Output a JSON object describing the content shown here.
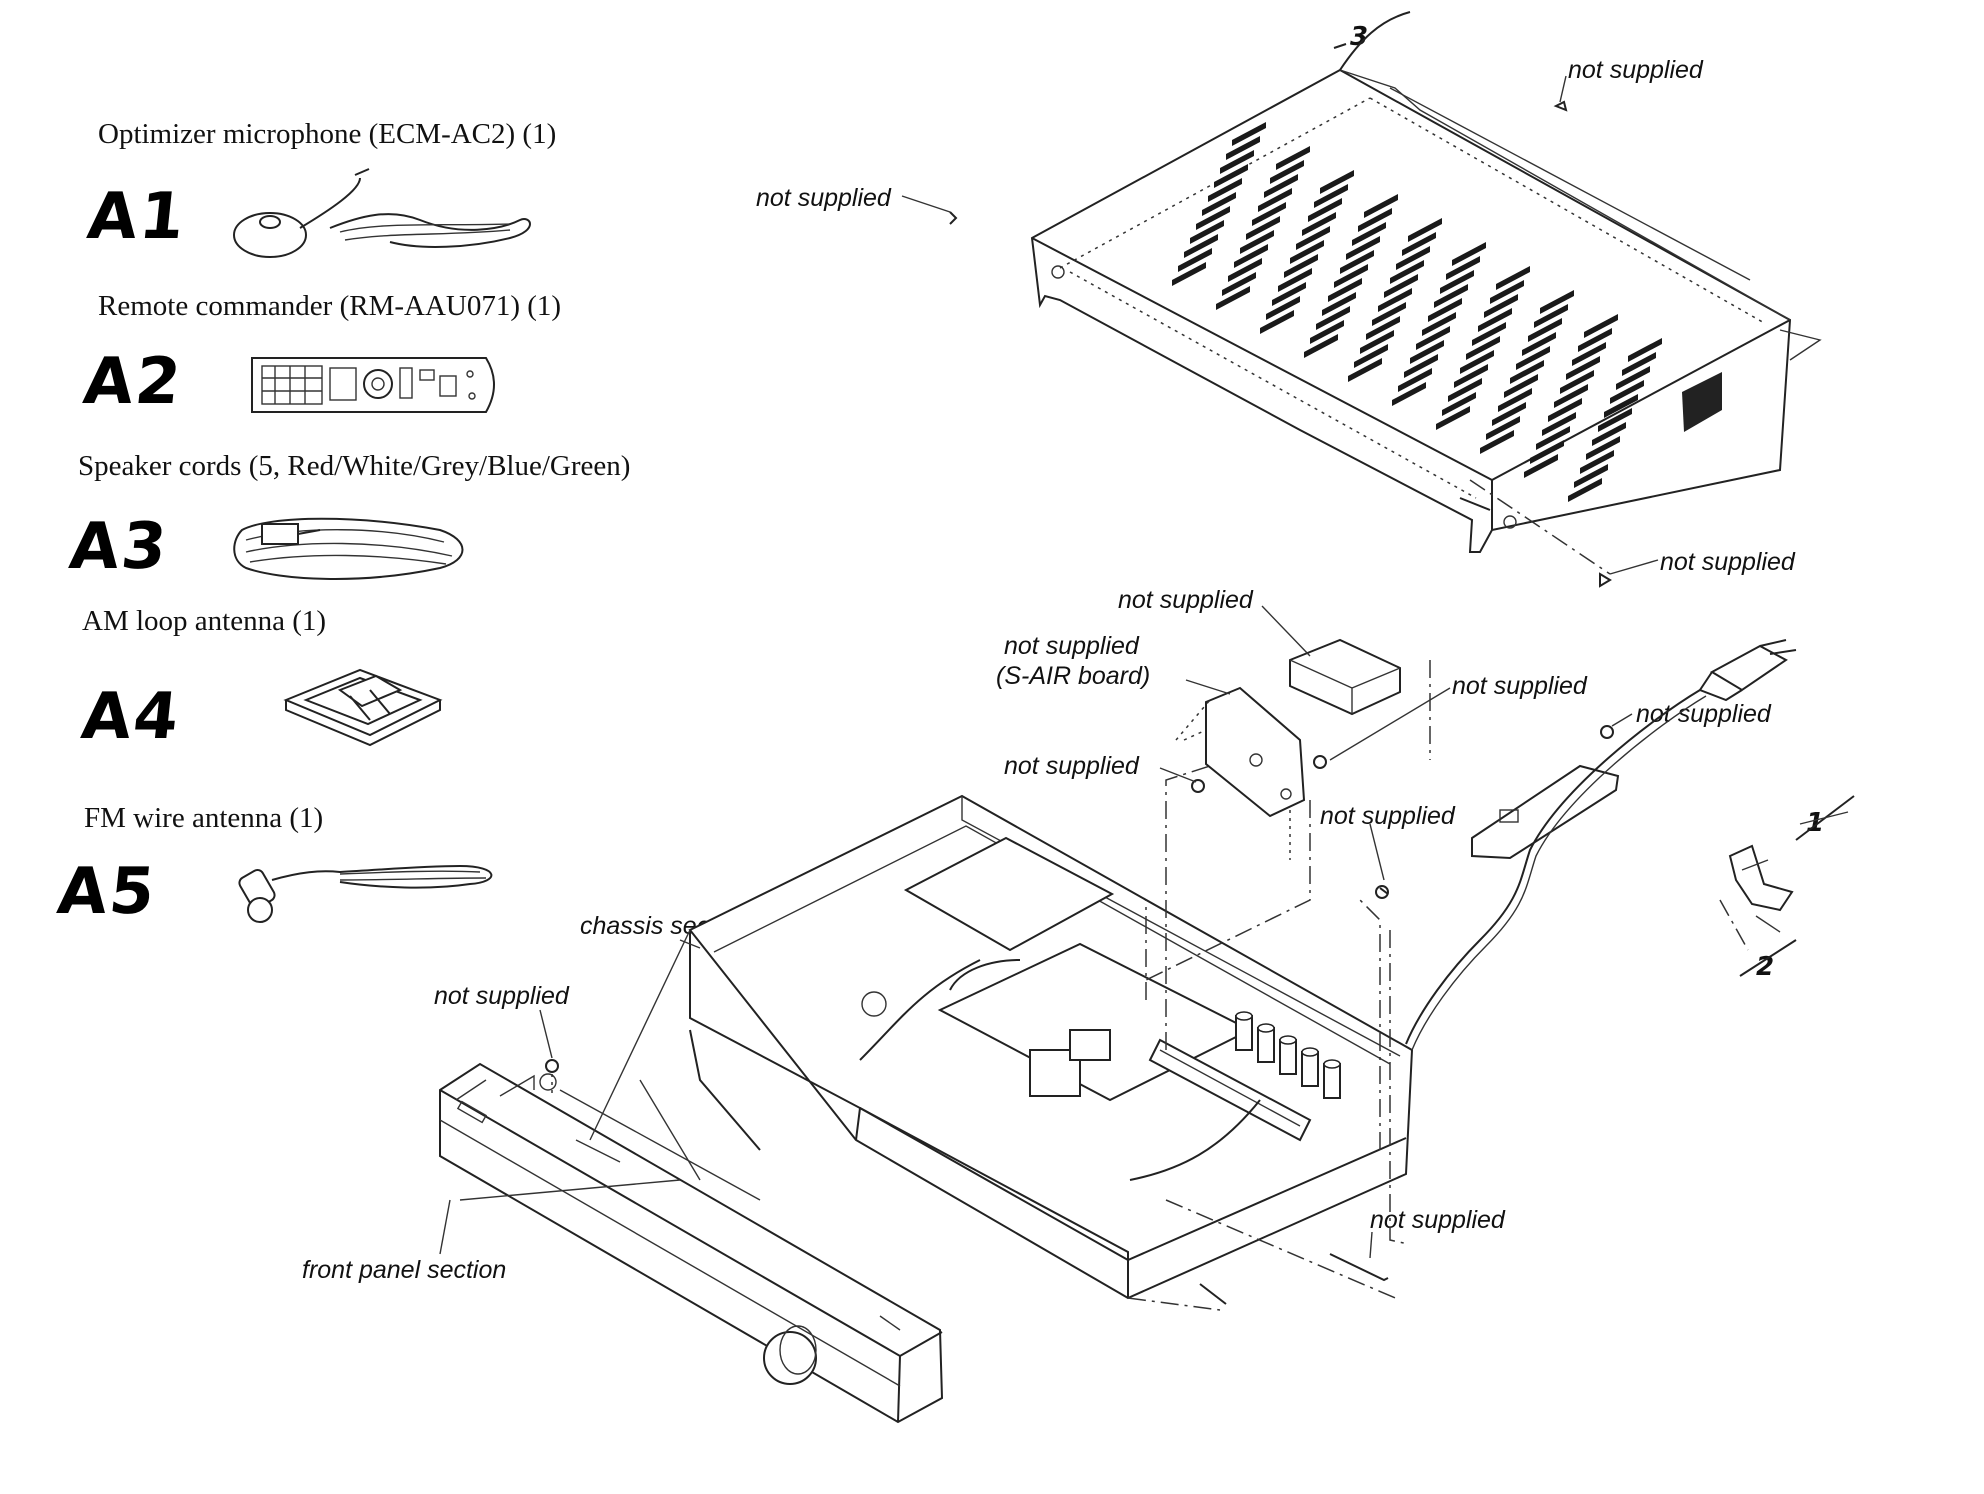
{
  "accessories": [
    {
      "code": "A1",
      "caption": "Optimizer microphone (ECM-AC2) (1)",
      "icon": "microphone-icon"
    },
    {
      "code": "A2",
      "caption": "Remote commander (RM-AAU071) (1)",
      "icon": "remote-control-icon"
    },
    {
      "code": "A3",
      "caption": "Speaker cords (5, Red/White/Grey/Blue/Green)",
      "icon": "speaker-cords-icon"
    },
    {
      "code": "A4",
      "caption": "AM loop antenna (1)",
      "icon": "am-loop-antenna-icon"
    },
    {
      "code": "A5",
      "caption": "FM wire antenna (1)",
      "icon": "fm-wire-antenna-icon"
    }
  ],
  "callouts": {
    "top_cover_right": "not supplied",
    "top_cover_left": "not supplied",
    "top_cover_bottom": "not supplied",
    "bracket_top": "not supplied",
    "sair_board": "not supplied",
    "sair_board_note": "(S-AIR board)",
    "bracket_screw_right": "not supplied",
    "rear_screw": "not supplied",
    "bracket_left_screw": "not supplied",
    "chassis_screw": "not supplied",
    "front_screw": "not supplied",
    "bottom_right": "not supplied",
    "chassis_section": "chassis section",
    "front_panel_section": "front panel section"
  },
  "ref_numbers": {
    "top_cover": "3",
    "power_cord": "1",
    "cord_clamp": "2"
  }
}
